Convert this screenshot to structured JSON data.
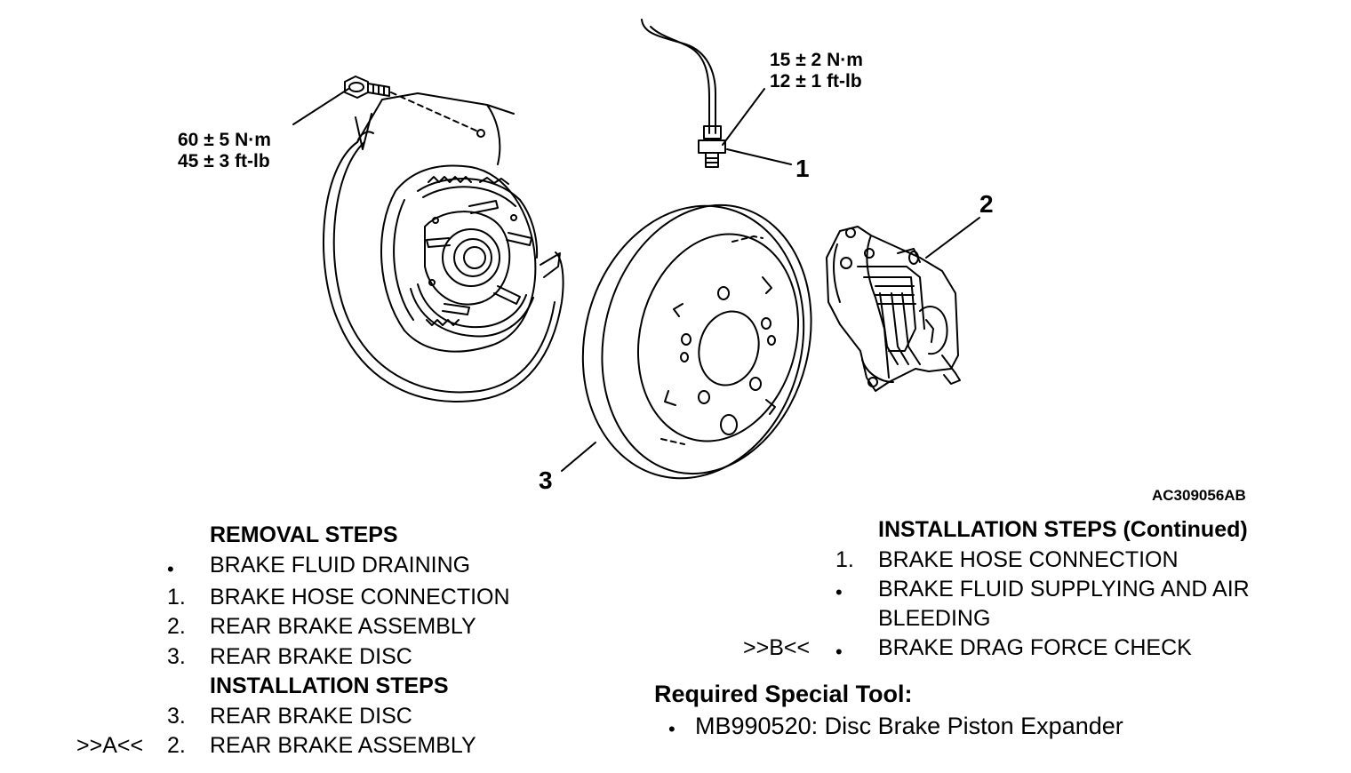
{
  "diagram": {
    "callouts": {
      "c1": "1",
      "c2": "2",
      "c3": "3"
    },
    "torque_bolt": [
      "60 ± 5 N·m",
      "45 ± 3 ft-lb"
    ],
    "torque_hose": [
      "15 ± 2 N·m",
      "12 ± 1 ft-lb"
    ],
    "figure_code": "AC309056AB"
  },
  "removal": {
    "heading": "REMOVAL STEPS",
    "items": [
      {
        "mark": "",
        "num": "•",
        "text": "BRAKE FLUID DRAINING"
      },
      {
        "mark": "",
        "num": "1.",
        "text": "BRAKE HOSE CONNECTION"
      },
      {
        "mark": "",
        "num": "2.",
        "text": "REAR BRAKE ASSEMBLY"
      },
      {
        "mark": "",
        "num": "3.",
        "text": "REAR BRAKE DISC"
      }
    ]
  },
  "installation": {
    "heading": "INSTALLATION STEPS",
    "items": [
      {
        "mark": "",
        "num": "3.",
        "text": "REAR BRAKE DISC"
      },
      {
        "mark": ">>A<<",
        "num": "2.",
        "text": "REAR BRAKE ASSEMBLY"
      }
    ]
  },
  "installation_cont": {
    "heading": "INSTALLATION STEPS (Continued)",
    "items": [
      {
        "mark": "",
        "num": "1.",
        "text": "BRAKE HOSE CONNECTION"
      },
      {
        "mark": "",
        "num": "•",
        "text": "BRAKE FLUID SUPPLYING AND AIR"
      },
      {
        "mark": "",
        "num": "",
        "text": "BLEEDING"
      },
      {
        "mark": ">>B<<",
        "num": "•",
        "text": "BRAKE DRAG FORCE CHECK"
      }
    ]
  },
  "special_tool": {
    "heading": "Required Special Tool:",
    "items": [
      {
        "bullet": "•",
        "text": "MB990520: Disc Brake Piston Expander"
      }
    ]
  }
}
